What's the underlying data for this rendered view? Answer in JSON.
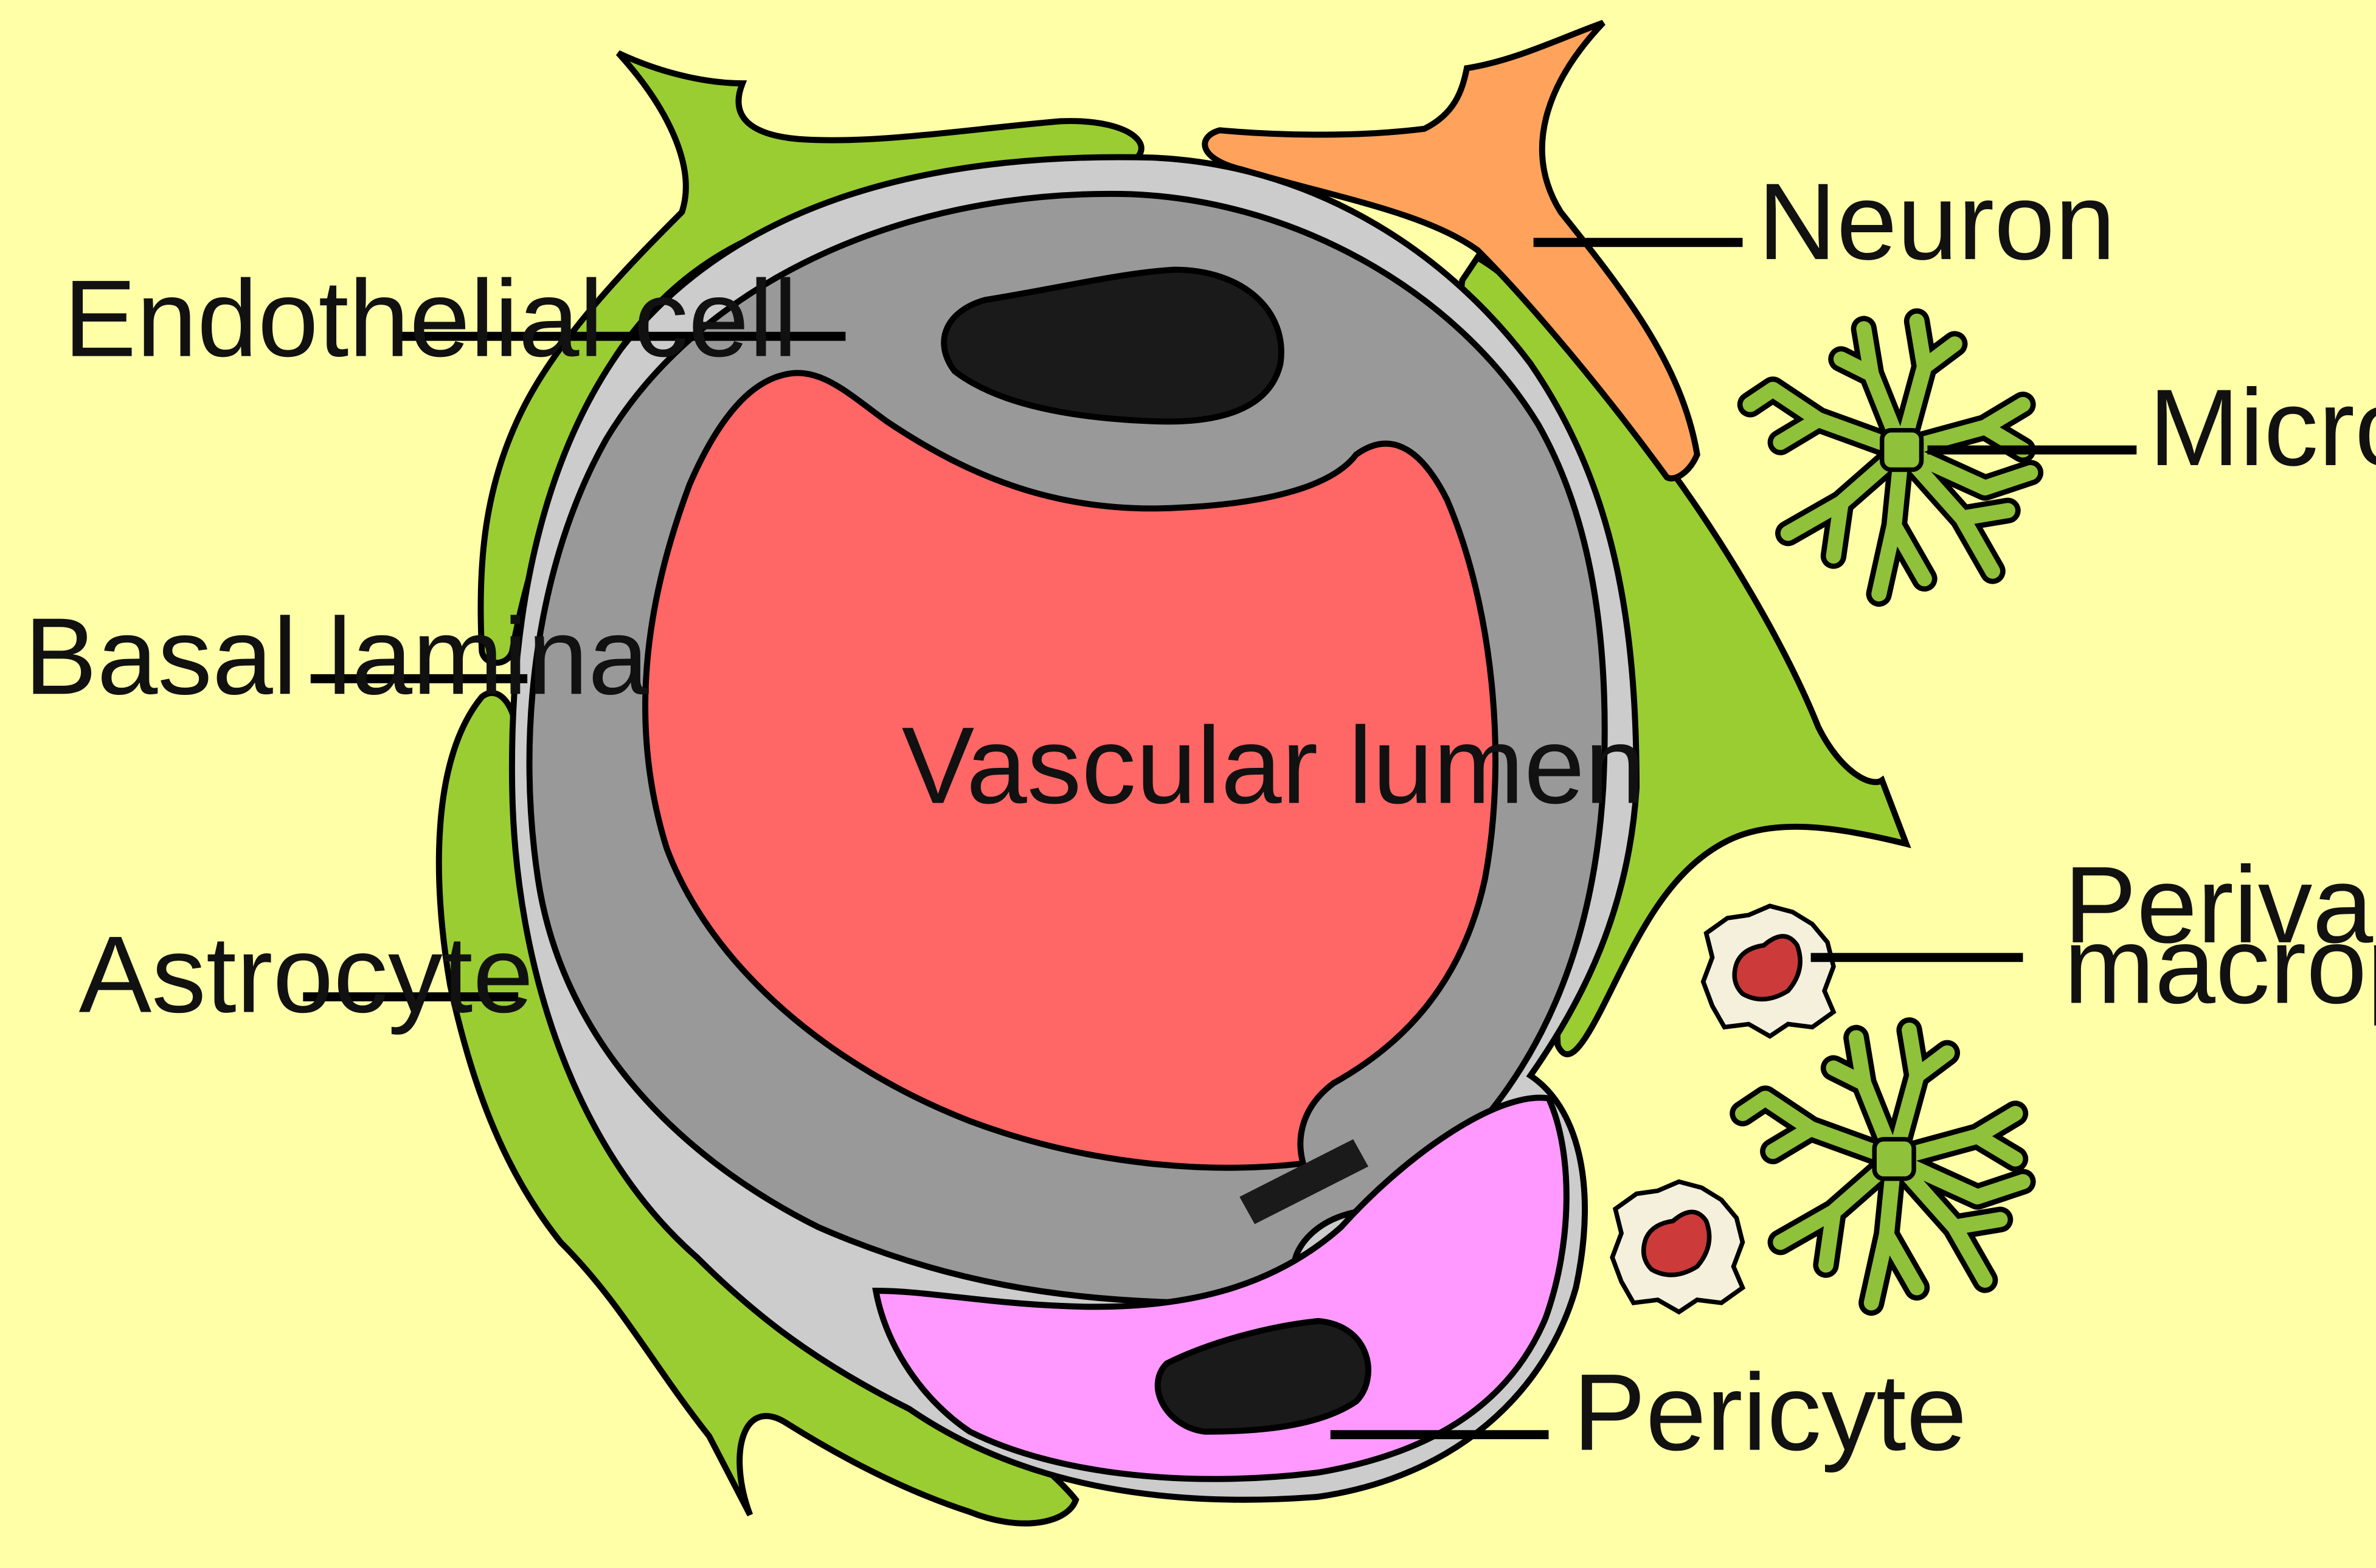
{
  "labels": {
    "endothelial_cell": "Endothelial cell",
    "basal_lamina": "Basal lamina",
    "astrocyte": "Astrocyte",
    "vascular_lumen": "Vascular lumen",
    "neuron": "Neuron",
    "microglia": "Microglia",
    "perivascular_macrophage_line1": "Perivascular",
    "perivascular_macrophage_line2": "macrophage",
    "pericyte": "Pericyte"
  },
  "colors": {
    "background": "#ffffa8",
    "astrocyte": "#9acd32",
    "basal_lamina": "#cccccc",
    "endothelial_cell": "#999999",
    "lumen": "#ff6666",
    "nucleus": "#1a1a1a",
    "neuron": "#ffa35c",
    "pericyte": "#ff99ff",
    "microglia": "#8fc13a",
    "macrophage": "#f5f0dc",
    "macrophage_nucleus": "#cc3a3a"
  }
}
